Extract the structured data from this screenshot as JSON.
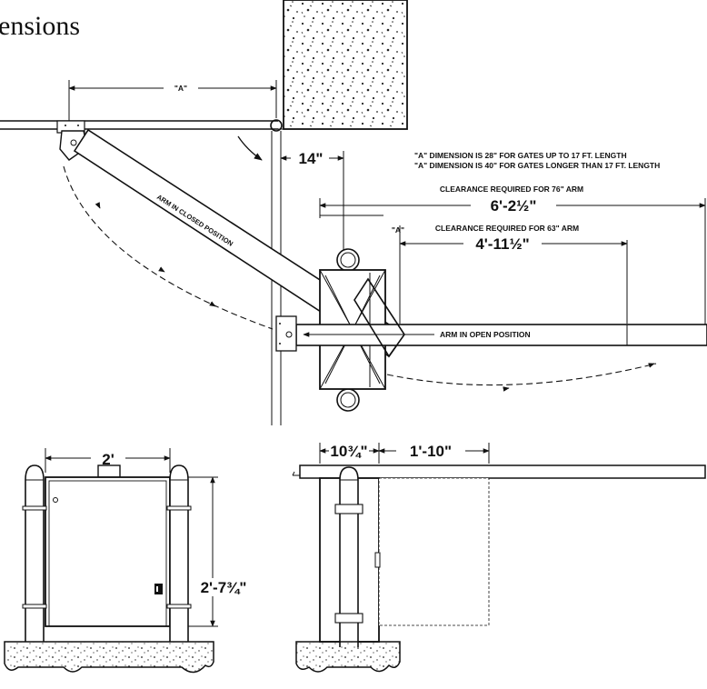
{
  "title": "ensions",
  "labels": {
    "dim_a_top": "\"A\"",
    "dim_a_mid": "\"A\"",
    "dim_14": "14\"",
    "note_line1": "\"A\" DIMENSION IS 28\" FOR GATES UP TO 17 FT. LENGTH",
    "note_line2": "\"A\" DIMENSION IS 40\" FOR GATES LONGER THAN 17 FT. LENGTH",
    "clearance_76_caption": "CLEARANCE REQUIRED FOR 76\" ARM",
    "clearance_76_value": "6'-2½\"",
    "clearance_63_caption": "CLEARANCE REQUIRED FOR 63\" ARM",
    "clearance_63_value": "4'-11½\"",
    "arm_closed": "ARM IN CLOSED POSITION",
    "arm_open": "ARM IN OPEN POSITION",
    "front_width": "2'",
    "front_height": "2'-7¾\"",
    "side_depth": "10¾\"",
    "side_offset": "1'-10\""
  }
}
